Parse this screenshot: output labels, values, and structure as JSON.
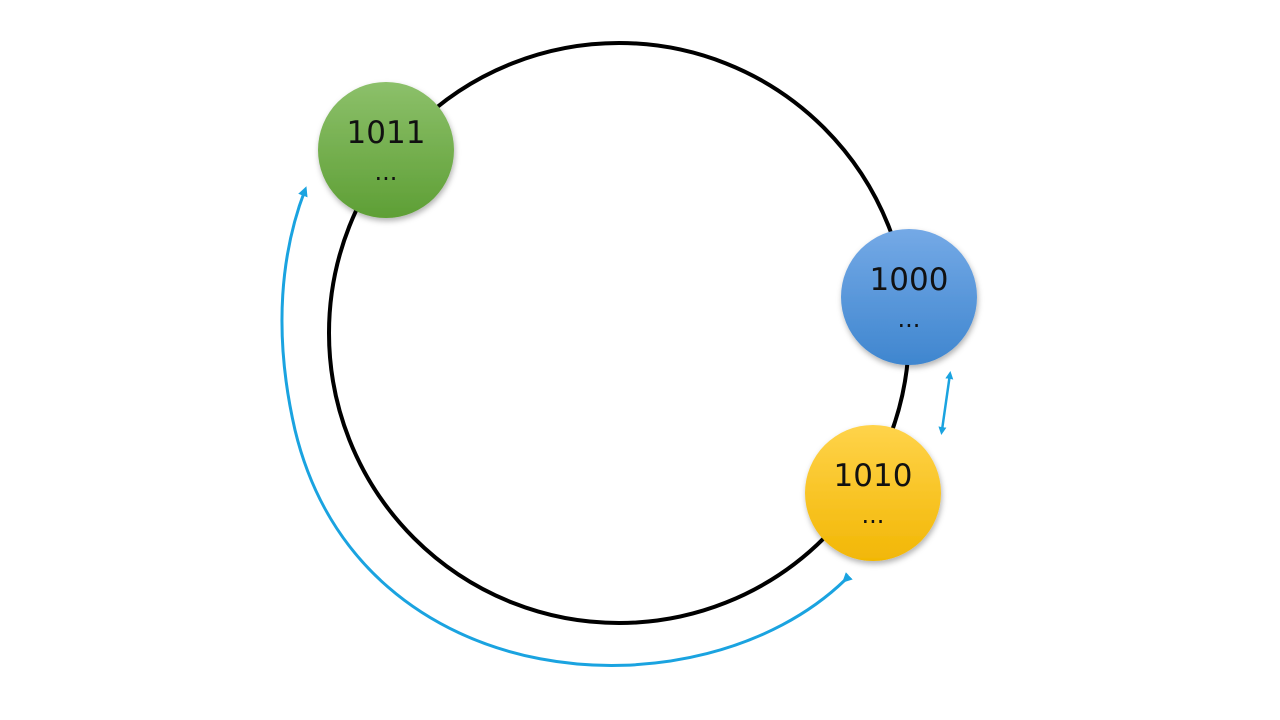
{
  "diagram": {
    "ring": {
      "stroke_color": "#000000"
    },
    "arrow_color": "#1aa3e0",
    "nodes": [
      {
        "id": "1011",
        "label": "1011",
        "sub": "...",
        "color_top": "#8cc06a",
        "color_bottom": "#5e9f35"
      },
      {
        "id": "1000",
        "label": "1000",
        "sub": "...",
        "color_top": "#74a9e6",
        "color_bottom": "#3f86cf"
      },
      {
        "id": "1010",
        "label": "1010",
        "sub": "...",
        "color_top": "#ffd34a",
        "color_bottom": "#f2b705"
      }
    ]
  }
}
